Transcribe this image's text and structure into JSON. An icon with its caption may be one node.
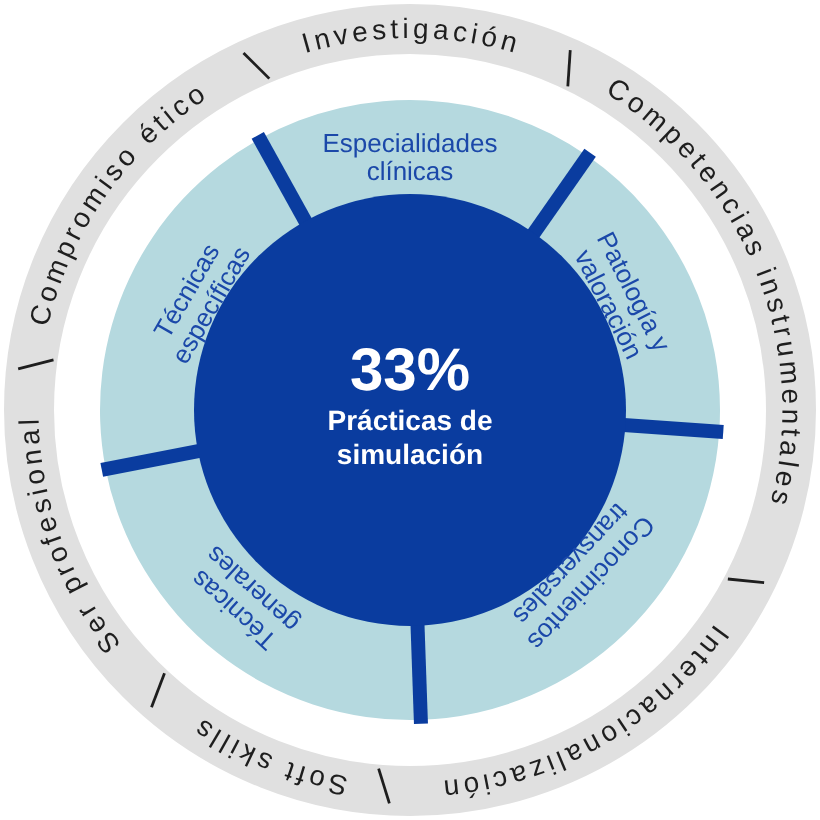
{
  "diagram": {
    "nodes": [
      {
        "text": [
          "33%",
          "Prácticas de simulación"
        ]
      },
      {
        "text": [
          "Especialidades clínicas"
        ]
      },
      {
        "text": [
          "Patología y valoración"
        ]
      },
      {
        "text": [
          "Conocimientos transversales"
        ]
      },
      {
        "text": [
          "Técnicas generales"
        ]
      },
      {
        "text": [
          "Técnicas específicas"
        ]
      }
    ],
    "labels": [
      "Investigación",
      "Competencias instrumentales",
      "Internacionalización",
      "Soft skills",
      "Ser profesional",
      "Compromiso ético"
    ]
  }
}
